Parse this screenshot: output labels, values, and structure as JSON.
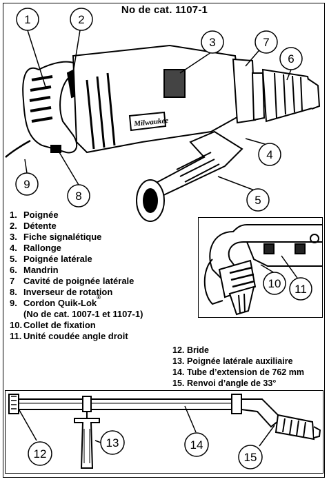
{
  "title": "No de cat. 1107-1",
  "callouts": [
    "1",
    "2",
    "3",
    "4",
    "5",
    "6",
    "7",
    "8",
    "9",
    "10",
    "11",
    "12",
    "13",
    "14",
    "15"
  ],
  "brand_text": "Milwaukee",
  "legend_left": [
    {
      "num": "1.",
      "text": "Poignée"
    },
    {
      "num": "2.",
      "text": "Détente"
    },
    {
      "num": "3.",
      "text": "Fiche signalétique"
    },
    {
      "num": "4.",
      "text": "Rallonge"
    },
    {
      "num": "5.",
      "text": "Poignée latérale"
    },
    {
      "num": "6.",
      "text": "Mandrin"
    },
    {
      "num": "7",
      "text": "Cavité de poignée latérale"
    },
    {
      "num": "8.",
      "text": "Inverseur de rotation"
    },
    {
      "num": "9.",
      "text": "Cordon Quik-Lok",
      "sup": "®"
    },
    {
      "num": "",
      "text": "(No de cat. 1007-1 et 1107-1)"
    },
    {
      "num": "10.",
      "text": "Collet de fixation"
    },
    {
      "num": "11.",
      "text": "Unité coudée angle droit"
    }
  ],
  "legend_right": [
    {
      "num": "12.",
      "text": "Bride"
    },
    {
      "num": "13.",
      "text": "Poignée latérale auxiliaire"
    },
    {
      "num": "14.",
      "text": "Tube d’extension de 762 mm"
    },
    {
      "num": "15.",
      "text": "Renvoi d’angle de 33°"
    }
  ]
}
